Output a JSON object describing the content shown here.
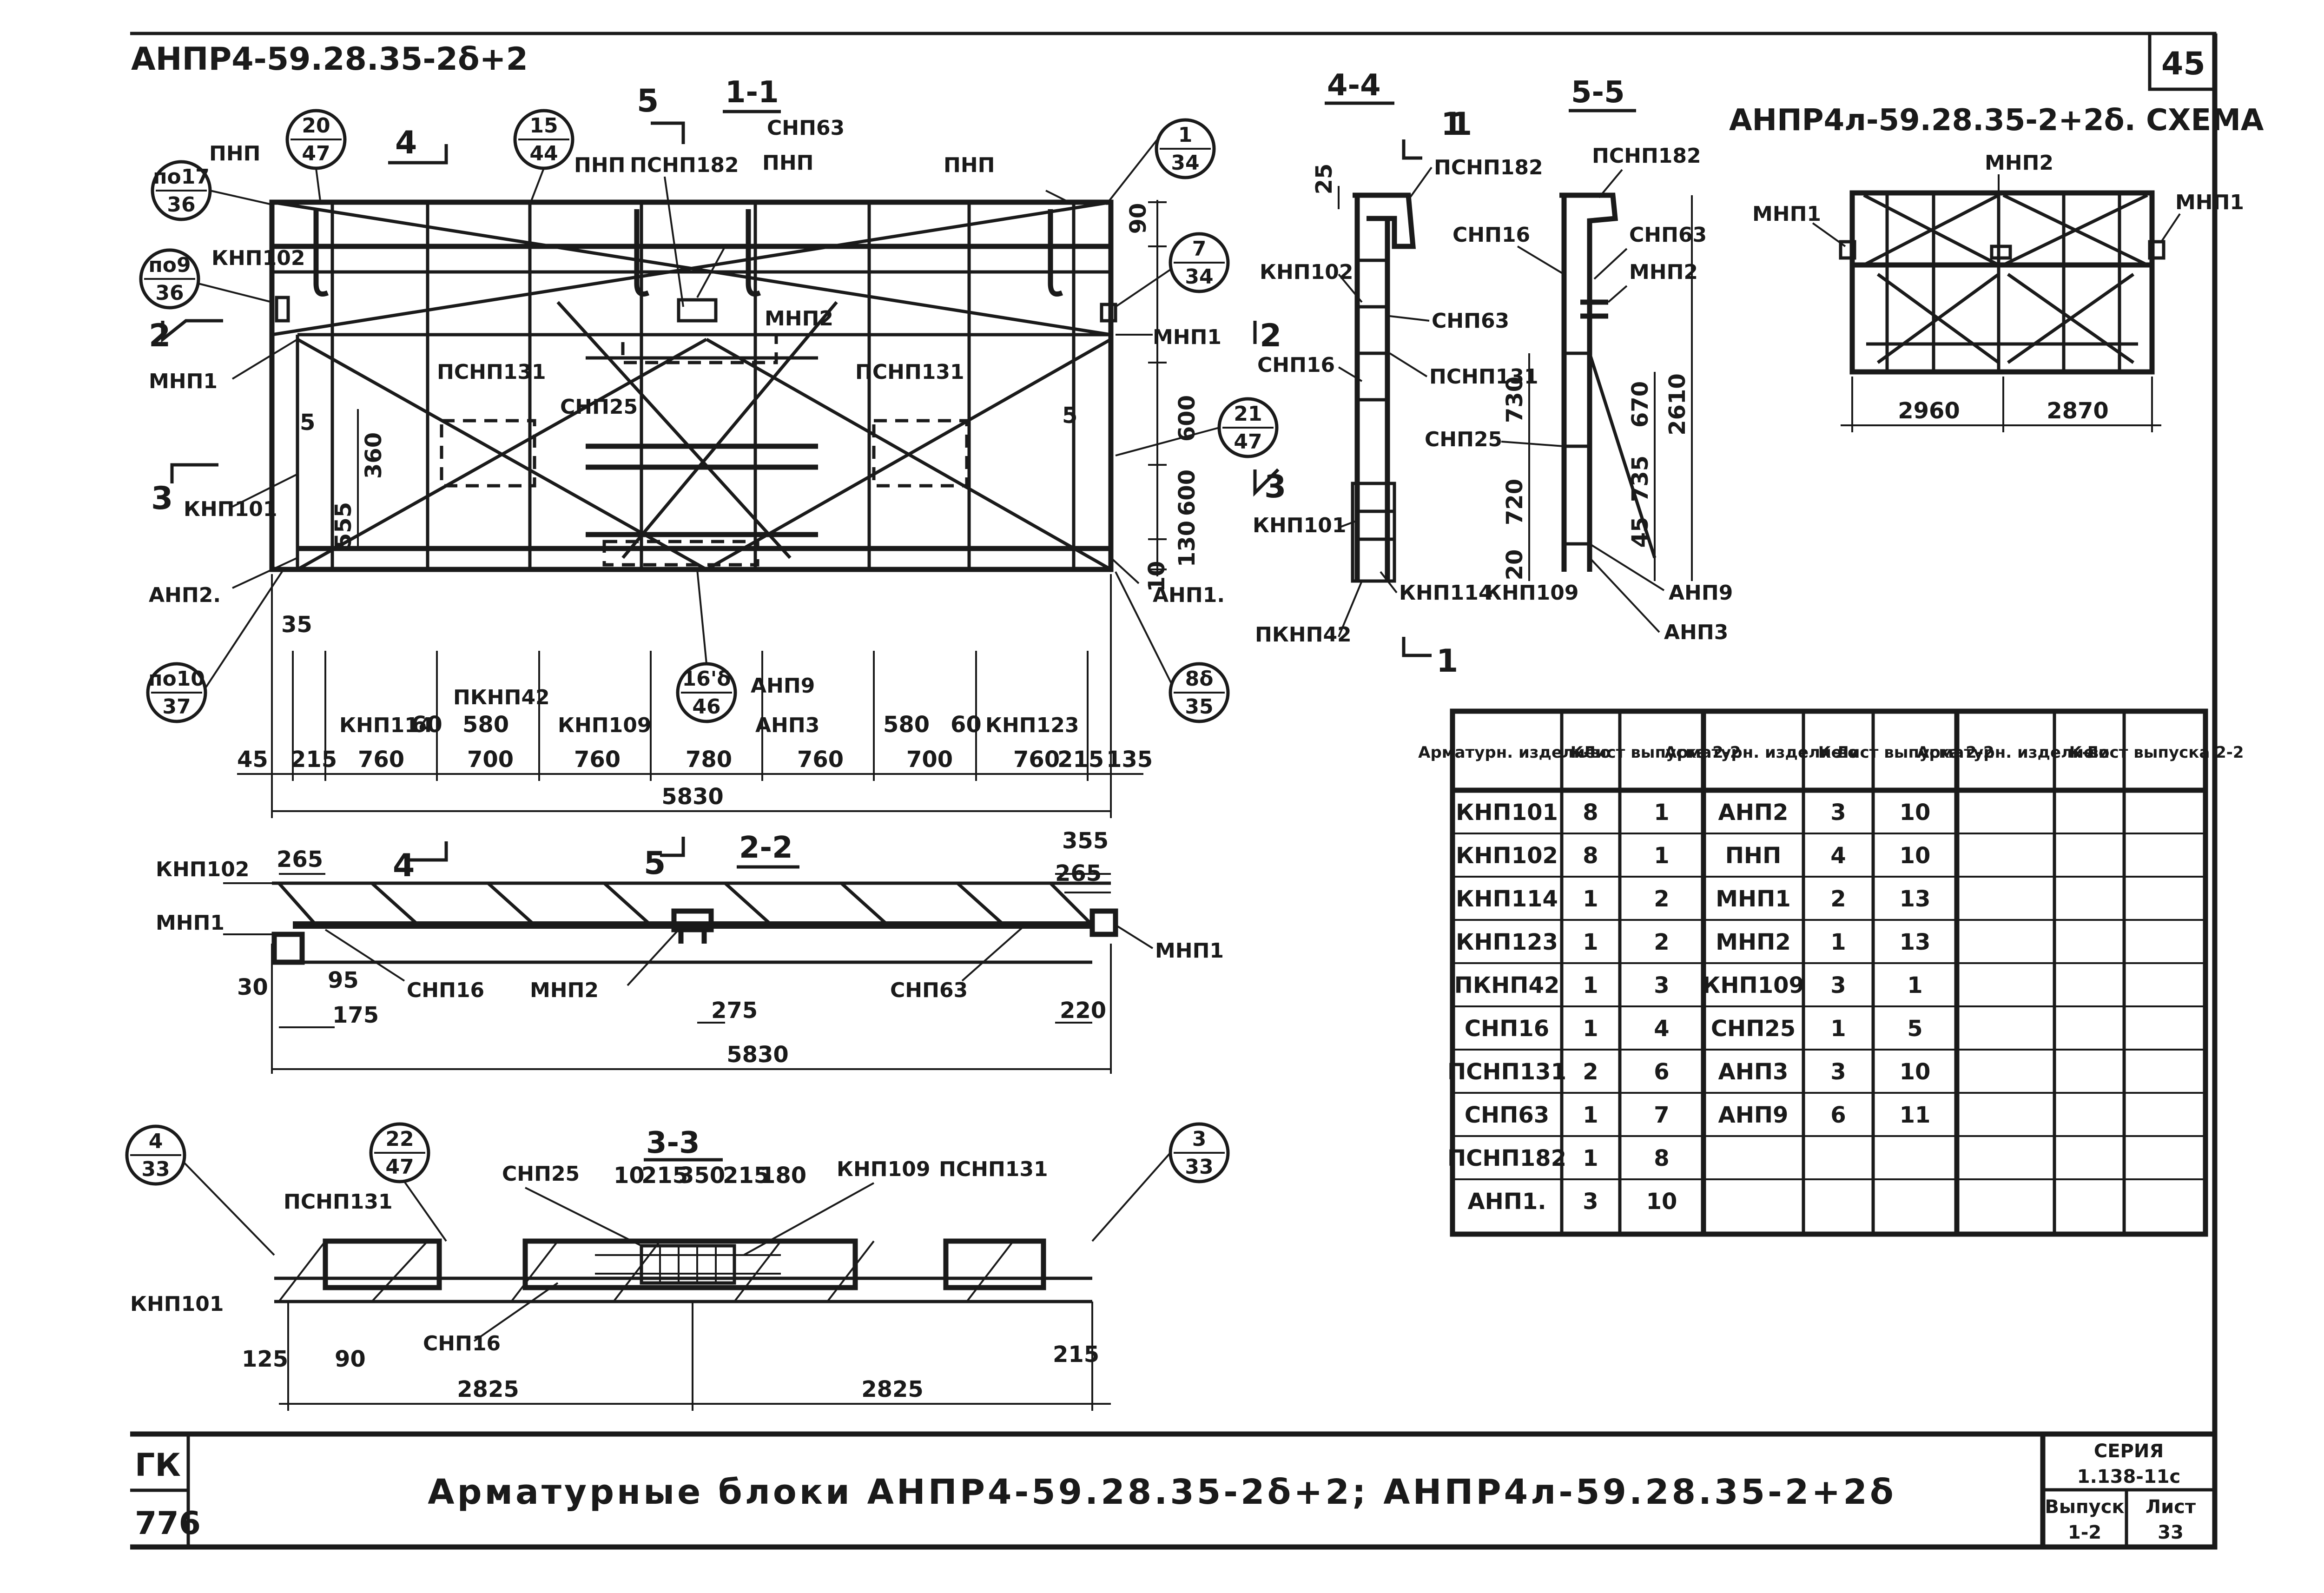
{
  "header": {
    "mark_top_left": "АНПР4-59.28.35-2δ+2",
    "sheet_number": "45",
    "schema_title": "АНПР4л-59.28.35-2+2δ. СХЕМА"
  },
  "main_view": {
    "callouts": [
      {
        "top": "20",
        "bottom": "47"
      },
      {
        "top": "15",
        "bottom": "44"
      },
      {
        "top": "1",
        "bottom": "34"
      },
      {
        "top": "по17",
        "bottom": "36"
      },
      {
        "top": "по9",
        "bottom": "36"
      },
      {
        "top": "7",
        "bottom": "34"
      },
      {
        "top": "21",
        "bottom": "47"
      },
      {
        "top": "по10",
        "bottom": "37"
      },
      {
        "top": "16'δ",
        "bottom": "46"
      },
      {
        "top": "8δ",
        "bottom": "35"
      }
    ],
    "labels": [
      "ПНП",
      "ПНП",
      "ПСНП182",
      "СНП63",
      "ПНП",
      "ПНП",
      "КНП102",
      "МНП2",
      "МНП1",
      "МНП1",
      "ПСНП131",
      "СНП25",
      "ПСНП131",
      "КНП101",
      "АНП2.",
      "АНП1.",
      "КНП114",
      "ПКНП42",
      "КНП109",
      "АНП9",
      "АНП3",
      "КНП123"
    ],
    "cut_marks": [
      "5",
      "1-1",
      "4",
      "2",
      "3",
      "5",
      "5",
      "1",
      "2",
      "3"
    ],
    "dims_vertical": [
      "90",
      "600",
      "600",
      "130",
      "10",
      "555",
      "360"
    ],
    "dims_small": [
      "35",
      "5",
      "5"
    ],
    "dims_bottom": [
      "45",
      "215",
      "760",
      "700",
      "760",
      "780",
      "760",
      "700",
      "760",
      "215",
      "135"
    ],
    "dims_bottom_inner": [
      "60",
      "580",
      "580",
      "60"
    ],
    "overall": "5830"
  },
  "section_22": {
    "title": "2-2",
    "labels": [
      "КНП102",
      "МНП1",
      "МНП1",
      "СНП16",
      "МНП2",
      "СНП63"
    ],
    "dims": [
      "265",
      "355",
      "265",
      "30",
      "95",
      "175",
      "275",
      "220"
    ],
    "overall": "5830",
    "marks": [
      "4",
      "5"
    ]
  },
  "section_33": {
    "title": "3-3",
    "callouts": [
      {
        "top": "4",
        "bottom": "33"
      },
      {
        "top": "22",
        "bottom": "47"
      },
      {
        "top": "3",
        "bottom": "33"
      }
    ],
    "labels": [
      "ПСНП131",
      "СНП25",
      "КНП109",
      "ПСНП131",
      "КНП101",
      "СНП16"
    ],
    "dims_top": [
      "10",
      "215",
      "350",
      "215",
      "180"
    ],
    "dims": [
      "125",
      "90",
      "215"
    ],
    "overall": [
      "2825",
      "2825"
    ]
  },
  "section_44": {
    "title": "4-4",
    "labels": [
      "ПСНП182",
      "КНП102",
      "СНП63",
      "СНП16",
      "ПСНП131",
      "КНП101",
      "КНП114",
      "ПКНП42"
    ],
    "dims": [
      "25"
    ],
    "marks": [
      "1",
      "1"
    ]
  },
  "section_55": {
    "title": "5-5",
    "labels": [
      "ПСНП182",
      "СНП16",
      "СНП63",
      "МНП2",
      "СНП25",
      "КНП109",
      "АНП9",
      "АНП3"
    ],
    "dims": [
      "730",
      "720",
      "20",
      "670",
      "735",
      "45",
      "2610"
    ]
  },
  "schema": {
    "labels": [
      "МНП1",
      "МНП2",
      "МНП1"
    ],
    "dims": [
      "2960",
      "2870"
    ]
  },
  "spec_table": {
    "headers": [
      "Арматурн. изделие",
      "К-во",
      "Лист выпуска 2-2",
      "Арматурн. изделие",
      "К-во",
      "Лист выпуска 2-2",
      "Арматурн. изделие",
      "К-во",
      "Лист выпуска 2-2"
    ],
    "rows": [
      [
        "КНП101",
        "8",
        "1",
        "АНП2",
        "3",
        "10"
      ],
      [
        "КНП102",
        "8",
        "1",
        "ПНП",
        "4",
        "10"
      ],
      [
        "КНП114",
        "1",
        "2",
        "МНП1",
        "2",
        "13"
      ],
      [
        "КНП123",
        "1",
        "2",
        "МНП2",
        "1",
        "13"
      ],
      [
        "ПКНП42",
        "1",
        "3",
        "КНП109",
        "3",
        "1"
      ],
      [
        "СНП16",
        "1",
        "4",
        "СНП25",
        "1",
        "5"
      ],
      [
        "ПСНП131",
        "2",
        "6",
        "АНП3",
        "3",
        "10"
      ],
      [
        "СНП63",
        "1",
        "7",
        "АНП9",
        "6",
        "11"
      ],
      [
        "ПСНП182",
        "1",
        "8",
        "",
        "",
        ""
      ],
      [
        "АНП1.",
        "3",
        "10",
        "",
        "",
        ""
      ]
    ]
  },
  "title_block": {
    "stamp_top": "ГК",
    "stamp_bottom": "776",
    "title": "Арматурные блоки АНПР4-59.28.35-2δ+2; АНПР4л-59.28.35-2+2δ",
    "series_label": "СЕРИЯ",
    "series_value": "1.138-11с",
    "issue_label": "Выпуск",
    "issue_value": "1-2",
    "sheet_label": "Лист",
    "sheet_value": "33"
  }
}
